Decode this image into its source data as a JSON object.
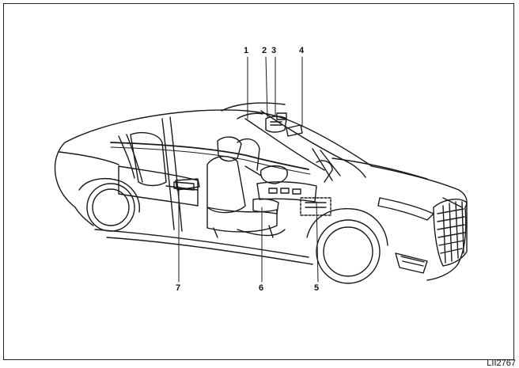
{
  "figure_code": "LII2767",
  "callouts": [
    {
      "id": "c1",
      "label": "1"
    },
    {
      "id": "c2",
      "label": "2"
    },
    {
      "id": "c3",
      "label": "3"
    },
    {
      "id": "c4",
      "label": "4"
    },
    {
      "id": "c5",
      "label": "5"
    },
    {
      "id": "c6",
      "label": "6"
    },
    {
      "id": "c7",
      "label": "7"
    }
  ],
  "colors": {
    "line": "#1a1a1a",
    "background": "#ffffff"
  }
}
